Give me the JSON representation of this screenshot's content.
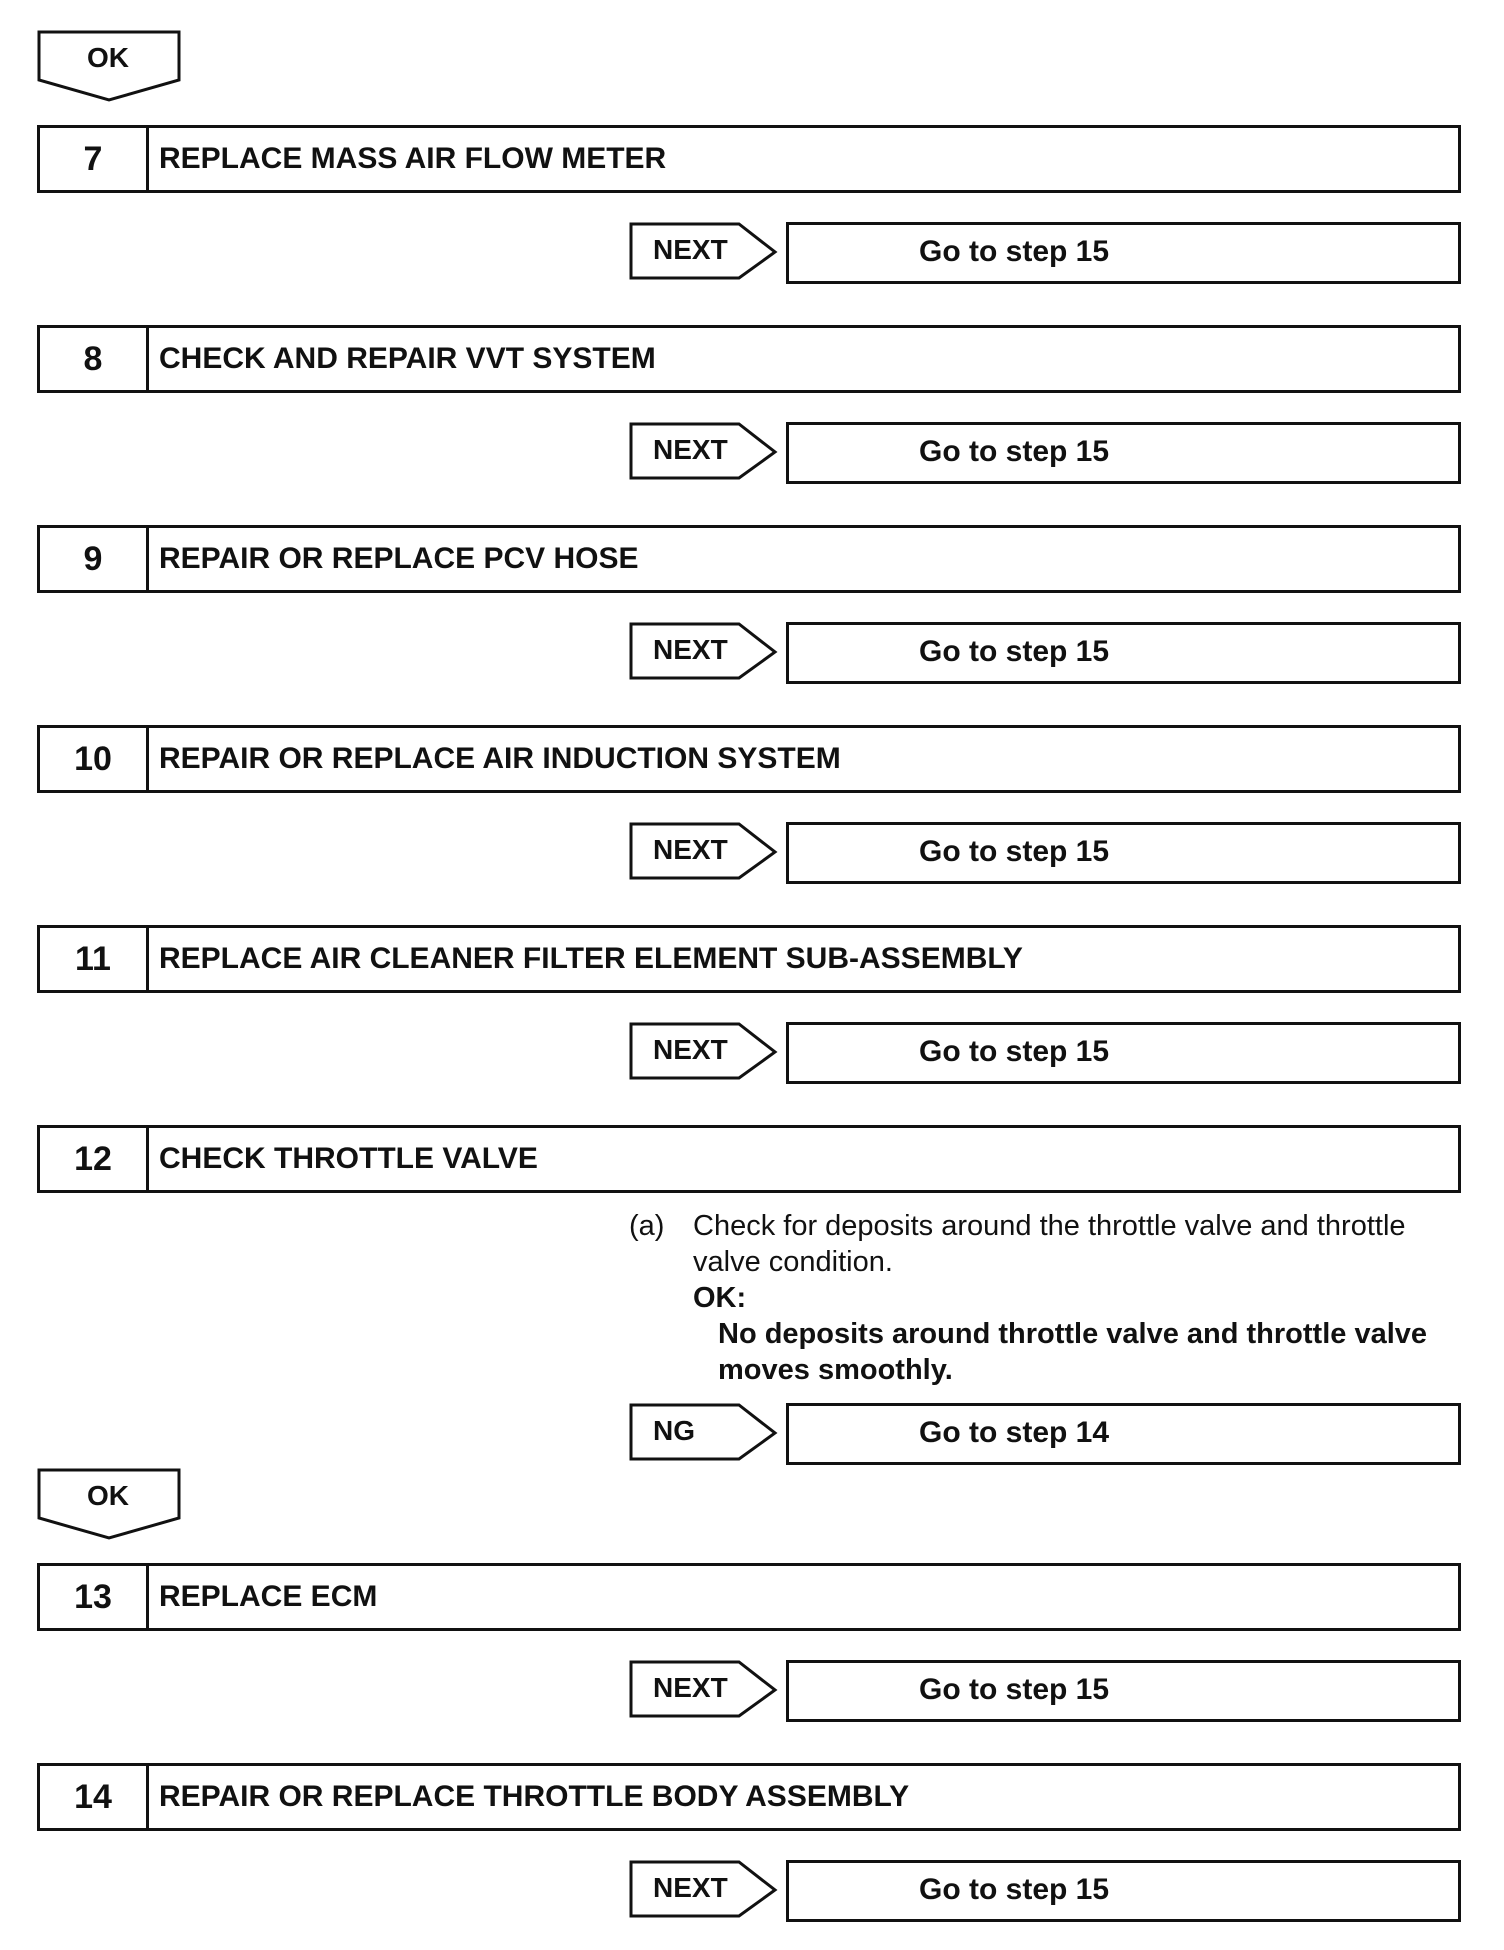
{
  "ok_tag_top": "OK",
  "steps": [
    {
      "num": "7",
      "title": "REPLACE MASS AIR FLOW METER",
      "next_label": "NEXT",
      "goto": "Go to step 15"
    },
    {
      "num": "8",
      "title": "CHECK AND REPAIR VVT SYSTEM",
      "next_label": "NEXT",
      "goto": "Go to step 15"
    },
    {
      "num": "9",
      "title": "REPAIR OR REPLACE PCV HOSE",
      "next_label": "NEXT",
      "goto": "Go to step 15"
    },
    {
      "num": "10",
      "title": "REPAIR OR REPLACE AIR INDUCTION SYSTEM",
      "next_label": "NEXT",
      "goto": "Go to step 15"
    },
    {
      "num": "11",
      "title": "REPLACE AIR CLEANER FILTER ELEMENT SUB-ASSEMBLY",
      "next_label": "NEXT",
      "goto": "Go to step 15"
    },
    {
      "num": "12",
      "title": "CHECK THROTTLE VALVE",
      "note": {
        "label": "(a)",
        "text": "Check for deposits around the throttle valve and throttle valve condition.",
        "ok_label": "OK:",
        "ok_spec": "No deposits around throttle valve and throttle valve moves smoothly."
      },
      "ng_label": "NG",
      "goto": "Go to step 14",
      "ok_label": "OK"
    },
    {
      "num": "13",
      "title": "REPLACE ECM",
      "next_label": "NEXT",
      "goto": "Go to step 15"
    },
    {
      "num": "14",
      "title": "REPAIR OR REPLACE THROTTLE BODY ASSEMBLY",
      "next_label": "NEXT",
      "goto": "Go to step 15"
    }
  ]
}
